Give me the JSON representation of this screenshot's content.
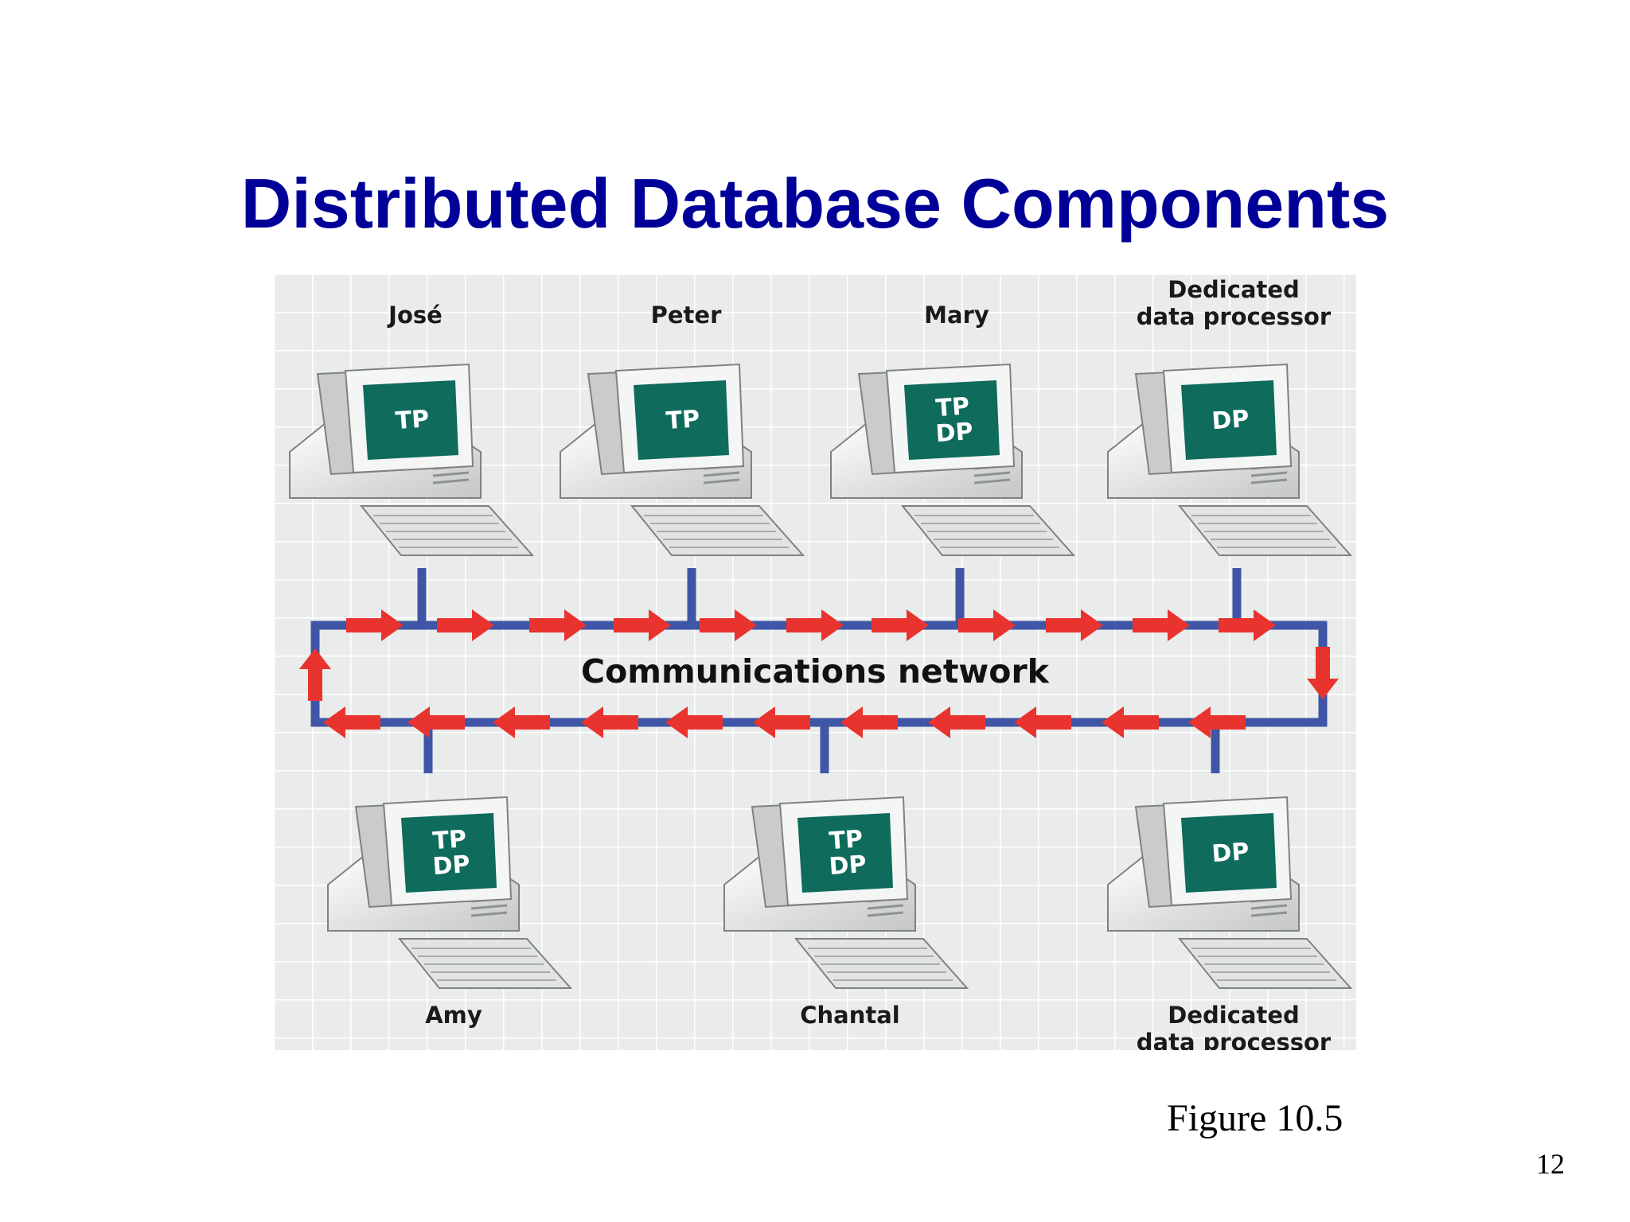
{
  "slide": {
    "title": "Distributed Database Components",
    "caption": "Figure 10.5",
    "page_number": "12"
  },
  "diagram": {
    "network_label": "Communications network",
    "colors": {
      "network_line": "#3f55a6",
      "arrow": "#e8332f",
      "screen": "#0f6b5c",
      "background": "#e9ecea"
    },
    "nodes_top": [
      {
        "label_lines": [
          "José"
        ],
        "screen_lines": [
          "TP"
        ]
      },
      {
        "label_lines": [
          "Peter"
        ],
        "screen_lines": [
          "TP"
        ]
      },
      {
        "label_lines": [
          "Mary"
        ],
        "screen_lines": [
          "TP",
          "DP"
        ]
      },
      {
        "label_lines": [
          "Dedicated",
          "data processor"
        ],
        "screen_lines": [
          "DP"
        ]
      }
    ],
    "nodes_bottom": [
      {
        "label_lines": [
          "Amy"
        ],
        "screen_lines": [
          "TP",
          "DP"
        ]
      },
      {
        "label_lines": [
          "Chantal"
        ],
        "screen_lines": [
          "TP",
          "DP"
        ]
      },
      {
        "label_lines": [
          "Dedicated",
          "data processor"
        ],
        "screen_lines": [
          "DP"
        ]
      }
    ]
  }
}
